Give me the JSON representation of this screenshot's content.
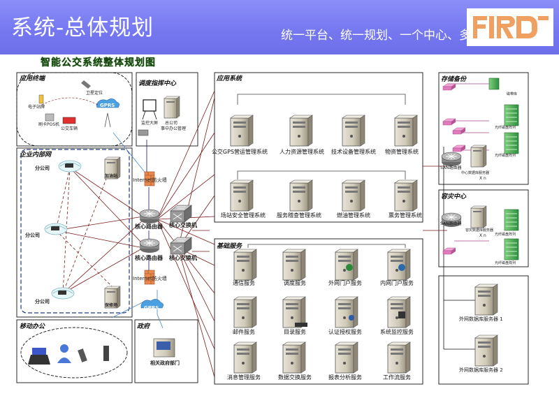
{
  "header": {
    "title": "系统-总体规划",
    "subtitle": "统一平台、统一规划、一个中心、多",
    "logo_text": "FIRD",
    "colors": {
      "header_bg": "#7477ef",
      "logo": "#f0a060"
    }
  },
  "diagram": {
    "title": "智能公交系统整体规划图",
    "terminals": {
      "header": "应用终端",
      "items": [
        "电子站牌",
        "卫星定位",
        "GPRS",
        "刷卡POS机",
        "公交车辆"
      ]
    },
    "dispatch": {
      "header": "调度指挥中心",
      "items": [
        "监控大屏",
        "总公司",
        "事中办公管理"
      ]
    },
    "intranet": {
      "header": "企业内部网",
      "branches": [
        "分公司",
        "分公司",
        "分公司"
      ],
      "devices": [
        "加油站",
        "保修场"
      ],
      "internet_labels": [
        "Internet防火墙",
        "Internet防火墙"
      ]
    },
    "core": {
      "routers": [
        "核心路由器",
        "核心路由器"
      ],
      "switches": [
        "核心交换机",
        "核心交换机"
      ]
    },
    "mobile": {
      "header": "移动办公"
    },
    "government": {
      "header": "政府",
      "item": "相关政府部门",
      "cloud": "GPRS"
    },
    "apps": {
      "header": "应用系统",
      "items": [
        "公交GPS营运管理系统",
        "人力资源管理系统",
        "技术设备管理系统",
        "物资管理系统",
        "场站安全管理系统",
        "服务稽查管理系统",
        "燃油管理系统",
        "票务管理系统"
      ]
    },
    "base": {
      "header": "基础服务",
      "items": [
        "通信服务",
        "调度服务",
        "外网门户服务",
        "内网门户服务",
        "邮件服务",
        "目录服务",
        "认证授权服务",
        "系统监控服务",
        "消息管理服务",
        "数据交换服务",
        "报表分析服务",
        "工作流服务"
      ]
    },
    "storage": {
      "header": "存储备份",
      "items": [
        "磁带库",
        "光纤磁盘阵列",
        "光纤磁盘阵列",
        "SAN路由器",
        "中心数据库服务器",
        "X n"
      ]
    },
    "dr": {
      "header": "容灾中心",
      "items": [
        "SAN路由器",
        "容灾数据库服务器",
        "X n",
        "光纤磁盘阵列",
        "光纤磁盘阵列"
      ]
    },
    "external_db": [
      "外网数据库服务器 1",
      "外网数据库服务器 2"
    ]
  }
}
